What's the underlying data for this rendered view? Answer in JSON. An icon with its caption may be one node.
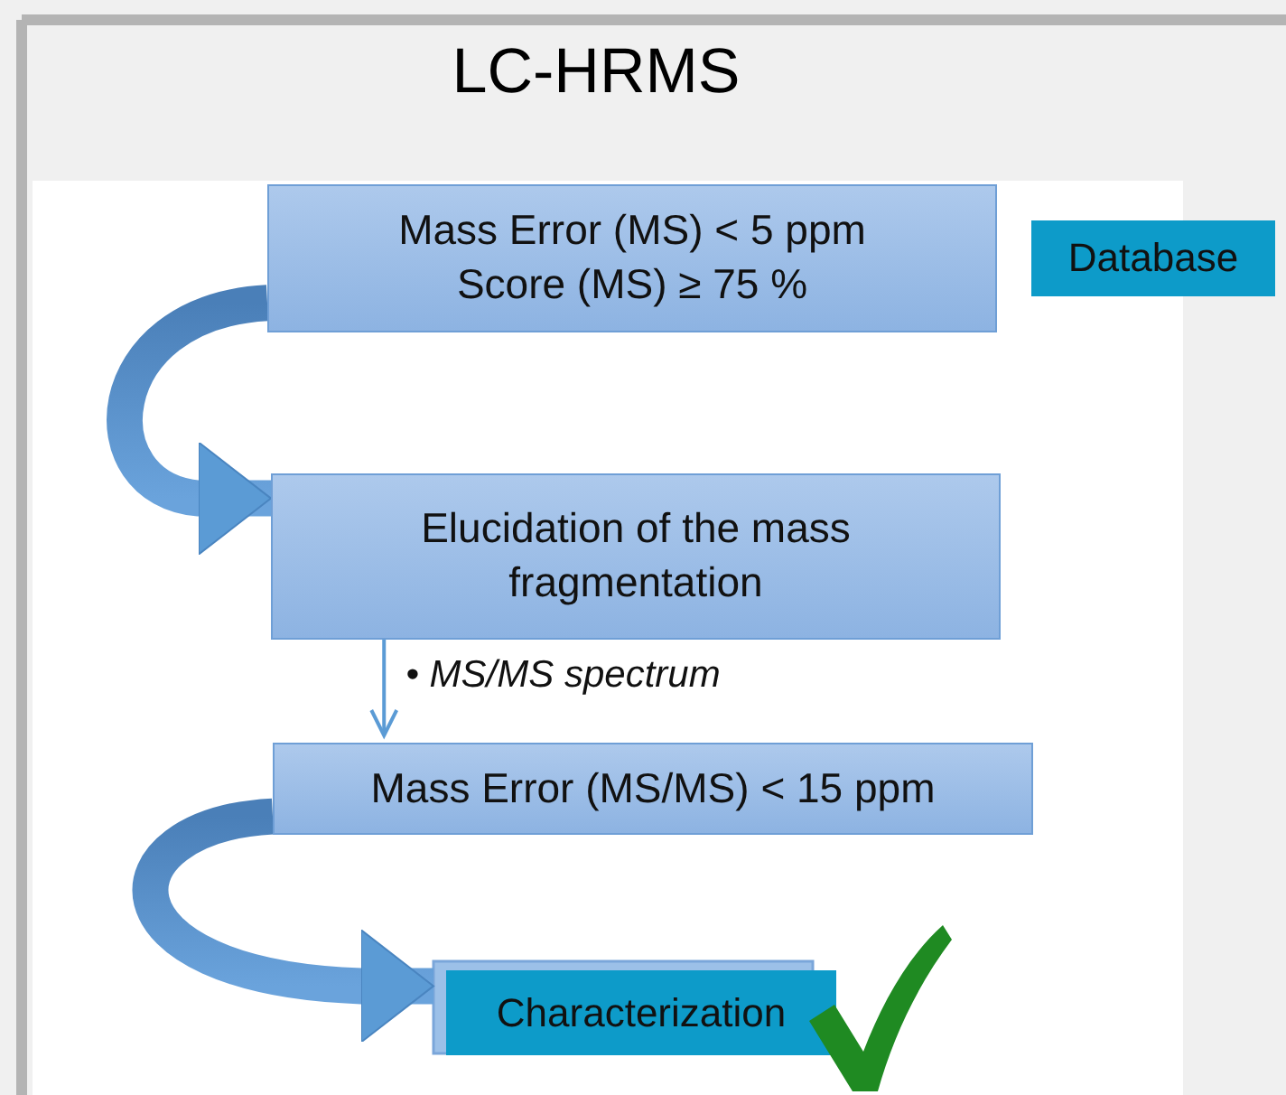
{
  "diagram": {
    "title": "LC-HRMS",
    "nodes": [
      {
        "text": [
          "Mass Error (MS) < 5 ppm",
          "Score (MS) ≥ 75 %"
        ]
      },
      {
        "text": [
          "Database"
        ]
      },
      {
        "text": [
          "Elucidation of the mass fragmentation"
        ]
      },
      {
        "text": [
          "Mass Error (MS/MS) < 15 ppm"
        ]
      },
      {
        "text": [
          "Characterization"
        ]
      }
    ],
    "edges": [
      {
        "from": 0,
        "to": 2,
        "arrow": "to",
        "style": "thick"
      },
      {
        "from": 2,
        "to": 3,
        "arrow": "to",
        "label": "• MS/MS spectrum"
      },
      {
        "from": 3,
        "to": 4,
        "arrow": "to",
        "style": "thick"
      }
    ]
  }
}
